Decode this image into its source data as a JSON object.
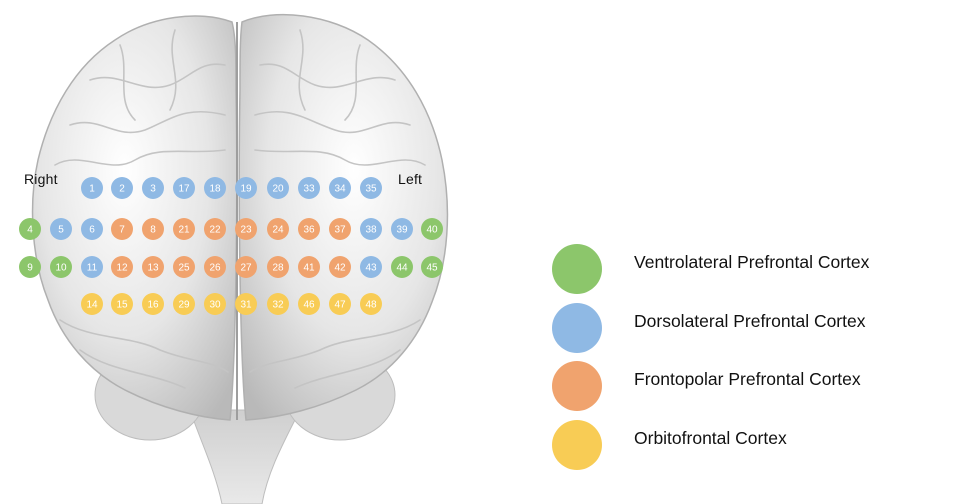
{
  "labels": {
    "right": "Right",
    "left": "Left"
  },
  "regions": {
    "ventrolateral": {
      "name": "Ventrolateral Prefrontal Cortex",
      "color": "#8cc66b"
    },
    "dorsolateral": {
      "name": "Dorsolateral Prefrontal Cortex",
      "color": "#8fb9e4"
    },
    "frontopolar": {
      "name": "Frontopolar Prefrontal Cortex",
      "color": "#f0a36e"
    },
    "orbitofrontal": {
      "name": "Orbitofrontal Cortex",
      "color": "#f8cc55"
    }
  },
  "legend": [
    {
      "region": "ventrolateral",
      "label": "Ventrolateral Prefrontal Cortex"
    },
    {
      "region": "dorsolateral",
      "label": "Dorsolateral Prefrontal Cortex"
    },
    {
      "region": "frontopolar",
      "label": "Frontopolar Prefrontal Cortex"
    },
    {
      "region": "orbitofrontal",
      "label": "Orbitofrontal Cortex"
    }
  ],
  "channel_rows": [
    {
      "row": "top",
      "channels": [
        {
          "id": "1",
          "region": "dorsolateral"
        },
        {
          "id": "2",
          "region": "dorsolateral"
        },
        {
          "id": "3",
          "region": "dorsolateral"
        },
        {
          "id": "17",
          "region": "dorsolateral"
        },
        {
          "id": "18",
          "region": "dorsolateral"
        },
        {
          "id": "19",
          "region": "dorsolateral"
        },
        {
          "id": "20",
          "region": "dorsolateral"
        },
        {
          "id": "33",
          "region": "dorsolateral"
        },
        {
          "id": "34",
          "region": "dorsolateral"
        },
        {
          "id": "35",
          "region": "dorsolateral"
        }
      ]
    },
    {
      "row": "second",
      "channels": [
        {
          "id": "4",
          "region": "ventrolateral"
        },
        {
          "id": "5",
          "region": "dorsolateral"
        },
        {
          "id": "6",
          "region": "dorsolateral"
        },
        {
          "id": "7",
          "region": "frontopolar"
        },
        {
          "id": "8",
          "region": "frontopolar"
        },
        {
          "id": "21",
          "region": "frontopolar"
        },
        {
          "id": "22",
          "region": "frontopolar"
        },
        {
          "id": "23",
          "region": "frontopolar"
        },
        {
          "id": "24",
          "region": "frontopolar"
        },
        {
          "id": "36",
          "region": "frontopolar"
        },
        {
          "id": "37",
          "region": "frontopolar"
        },
        {
          "id": "38",
          "region": "dorsolateral"
        },
        {
          "id": "39",
          "region": "dorsolateral"
        },
        {
          "id": "40",
          "region": "ventrolateral"
        }
      ]
    },
    {
      "row": "third",
      "channels": [
        {
          "id": "9",
          "region": "ventrolateral"
        },
        {
          "id": "10",
          "region": "ventrolateral"
        },
        {
          "id": "11",
          "region": "dorsolateral"
        },
        {
          "id": "12",
          "region": "frontopolar"
        },
        {
          "id": "13",
          "region": "frontopolar"
        },
        {
          "id": "25",
          "region": "frontopolar"
        },
        {
          "id": "26",
          "region": "frontopolar"
        },
        {
          "id": "27",
          "region": "frontopolar"
        },
        {
          "id": "28",
          "region": "frontopolar"
        },
        {
          "id": "41",
          "region": "frontopolar"
        },
        {
          "id": "42",
          "region": "frontopolar"
        },
        {
          "id": "43",
          "region": "dorsolateral"
        },
        {
          "id": "44",
          "region": "ventrolateral"
        },
        {
          "id": "45",
          "region": "ventrolateral"
        }
      ]
    },
    {
      "row": "bottom",
      "channels": [
        {
          "id": "14",
          "region": "orbitofrontal"
        },
        {
          "id": "15",
          "region": "orbitofrontal"
        },
        {
          "id": "16",
          "region": "orbitofrontal"
        },
        {
          "id": "29",
          "region": "orbitofrontal"
        },
        {
          "id": "30",
          "region": "orbitofrontal"
        },
        {
          "id": "31",
          "region": "orbitofrontal"
        },
        {
          "id": "32",
          "region": "orbitofrontal"
        },
        {
          "id": "46",
          "region": "orbitofrontal"
        },
        {
          "id": "47",
          "region": "orbitofrontal"
        },
        {
          "id": "48",
          "region": "orbitofrontal"
        }
      ]
    }
  ]
}
